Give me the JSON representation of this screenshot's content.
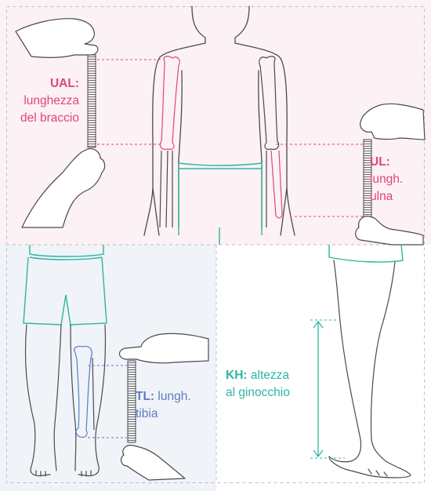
{
  "colors": {
    "arm": "#e0457b",
    "tibia": "#5b7cc4",
    "knee": "#2cb6a0",
    "outline": "#4a4a4a",
    "panel_top": "#fcf1f4",
    "panel_left": "#f0f3f8",
    "panel_right": "#ffffff"
  },
  "labels": {
    "ual": {
      "abbr": "UAL:",
      "line1": "lunghezza",
      "line2": "del braccio"
    },
    "ul": {
      "abbr": "UL:",
      "line1": "lungh.",
      "line2": "ulna"
    },
    "tl": {
      "abbr": "TL:",
      "line1": "lungh.",
      "line2": "tibia"
    },
    "kh": {
      "abbr": "KH:",
      "line1": "altezza",
      "line2": "al ginocchio"
    }
  },
  "icons": [
    "hand-icon",
    "ruler-icon",
    "arm-bone-icon",
    "tibia-bone-icon",
    "double-arrow-icon"
  ]
}
